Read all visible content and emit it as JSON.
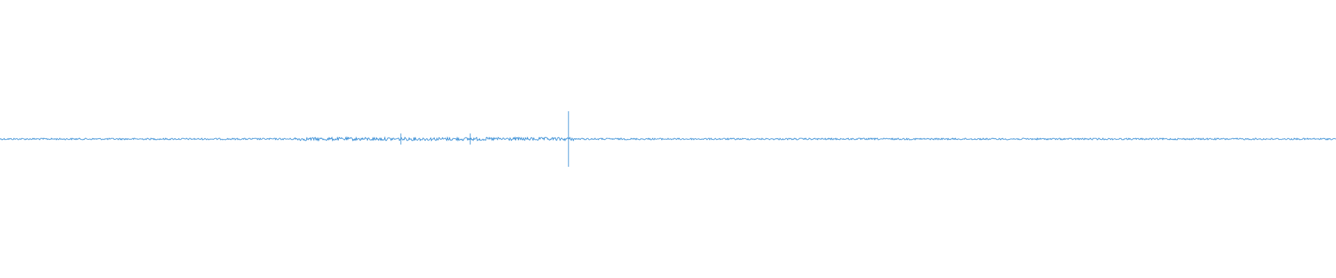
{
  "waveform": {
    "color": "#3a8fd6",
    "background": "#ffffff",
    "baseline_level": 0.0,
    "peak_level": 0.2,
    "spikes": [
      {
        "position": 0.3,
        "amplitude": 0.04
      },
      {
        "position": 0.352,
        "amplitude": 0.04
      },
      {
        "position": 0.4255,
        "amplitude": 0.2
      }
    ],
    "noise_segments": [
      {
        "start": 0.0,
        "end": 1.0,
        "amplitude": 0.006
      },
      {
        "start": 0.22,
        "end": 0.43,
        "amplitude": 0.012
      }
    ]
  }
}
